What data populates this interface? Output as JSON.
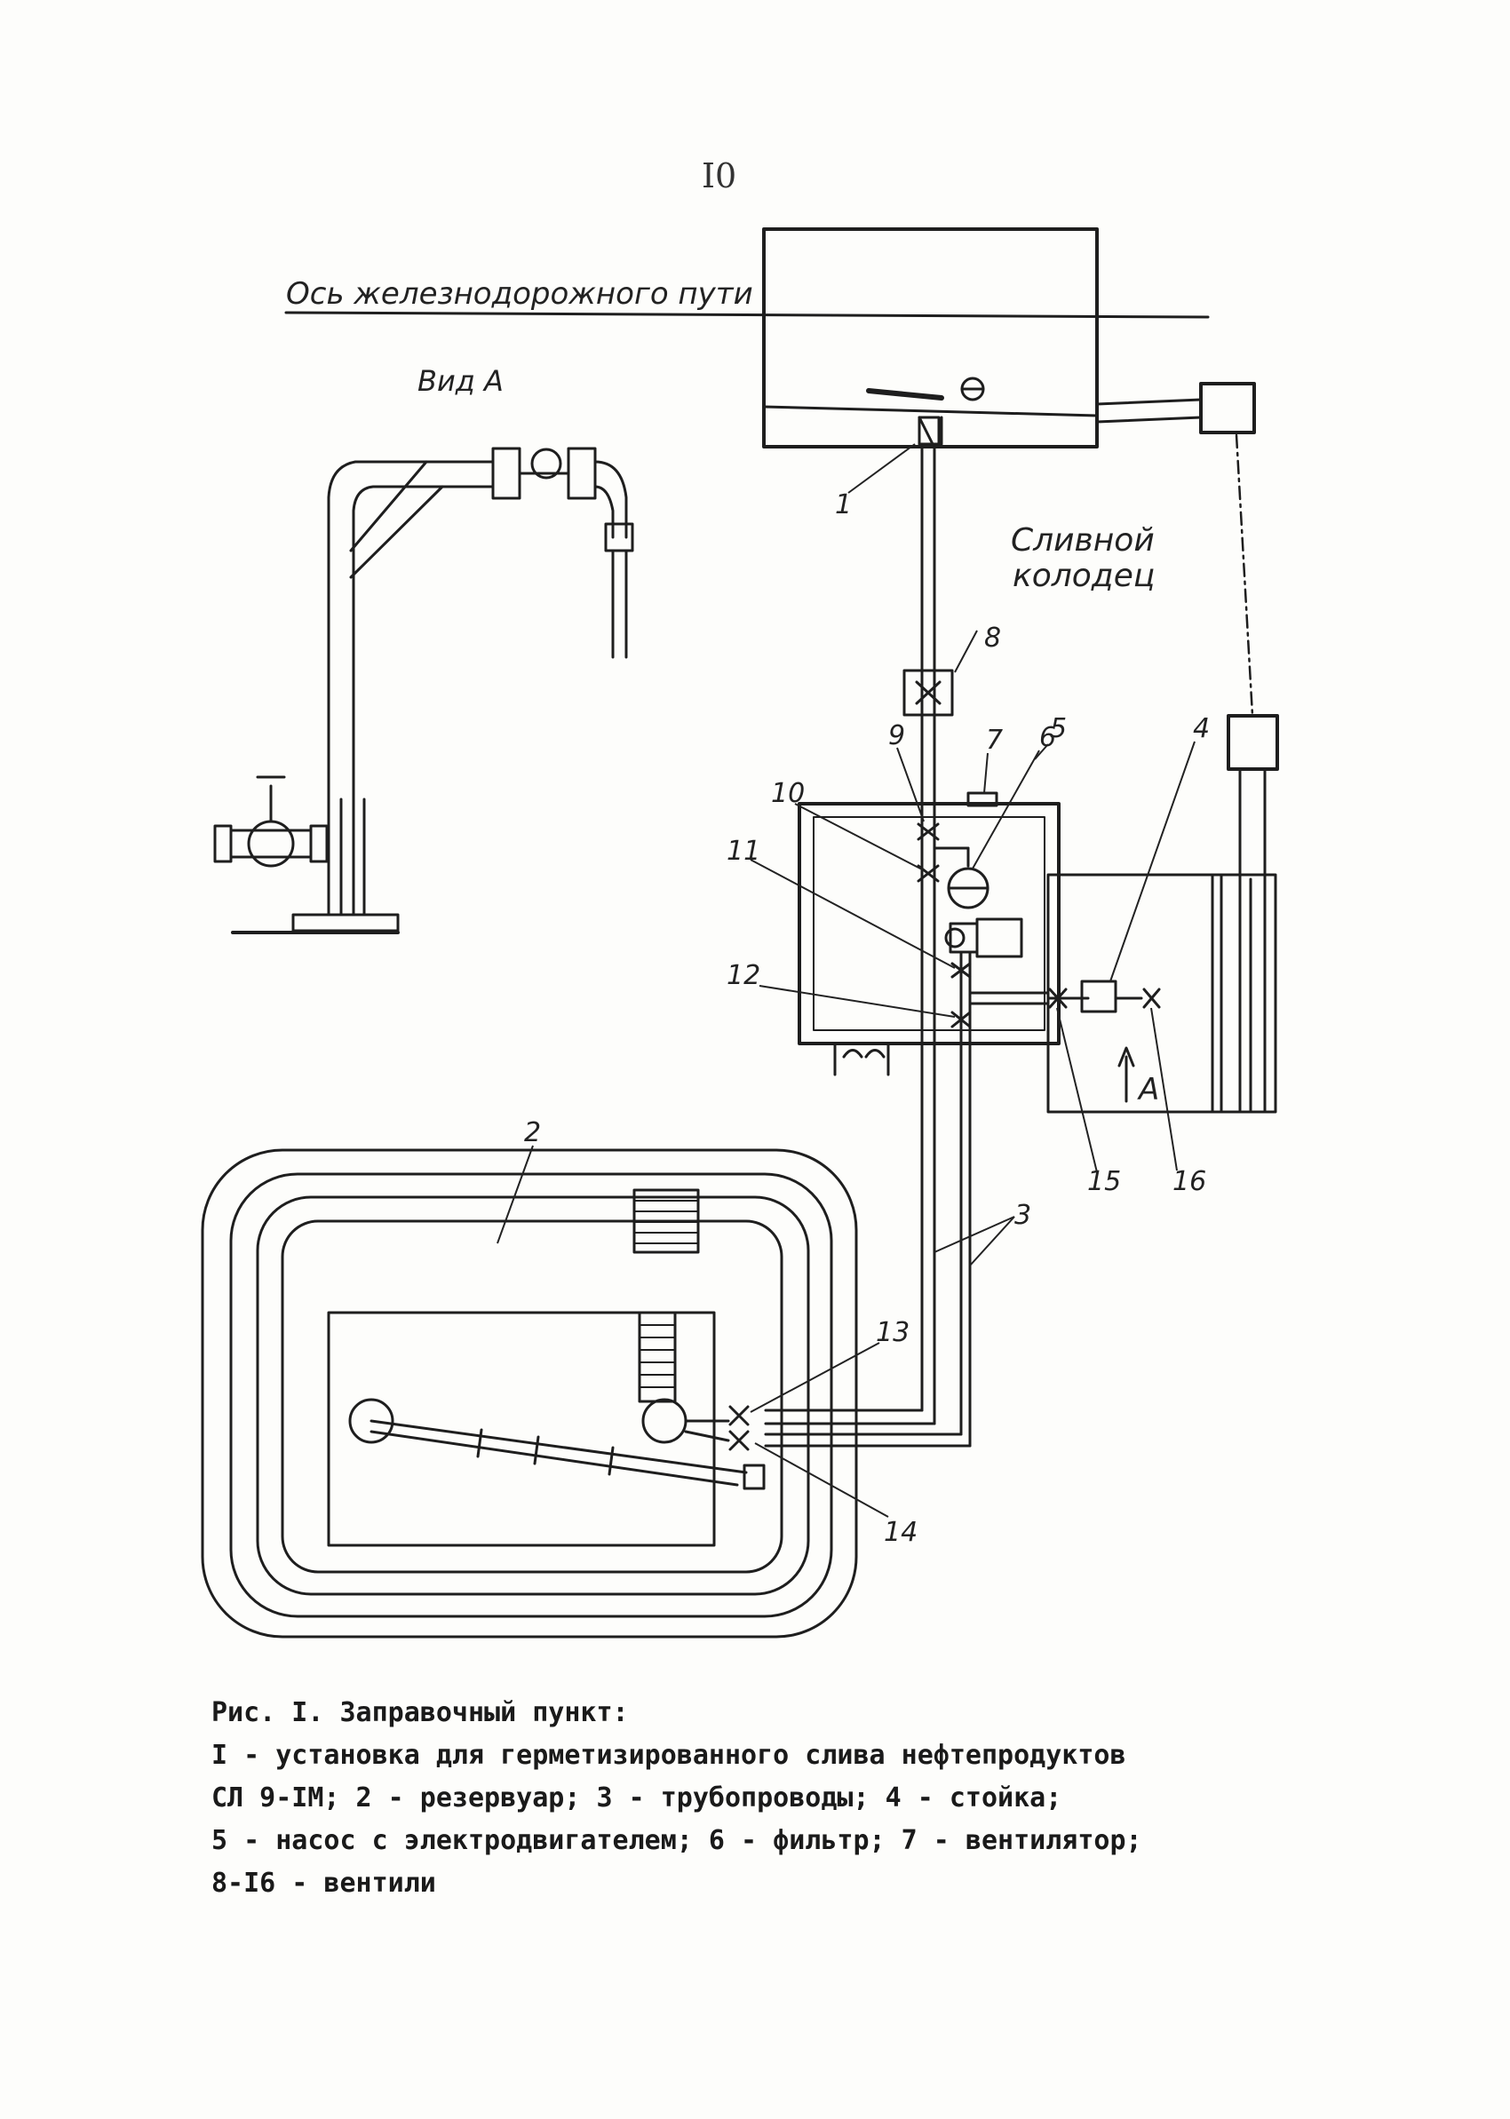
{
  "page_number": "I0",
  "labels": {
    "railway_axis": "Ось железнодорожного пути",
    "view_a": "Вид А",
    "drain_well_line1": "Сливной",
    "drain_well_line2": "колодец",
    "arrow_a": "А"
  },
  "callouts": [
    "1",
    "2",
    "3",
    "4",
    "5",
    "6",
    "7",
    "8",
    "9",
    "10",
    "11",
    "12",
    "13",
    "14",
    "15",
    "16"
  ],
  "caption": {
    "title": "Рис. I. Заправочный пункт:",
    "line1": "I - установка для герметизированного слива нефтепродуктов",
    "line2": "СЛ 9-IM; 2 - резервуар;  3 - трубопроводы; 4 - стойка;",
    "line3": "5 - насос с электродвигателем; 6 - фильтр; 7 - вентилятор;",
    "line4": "8-I6 - вентили"
  }
}
